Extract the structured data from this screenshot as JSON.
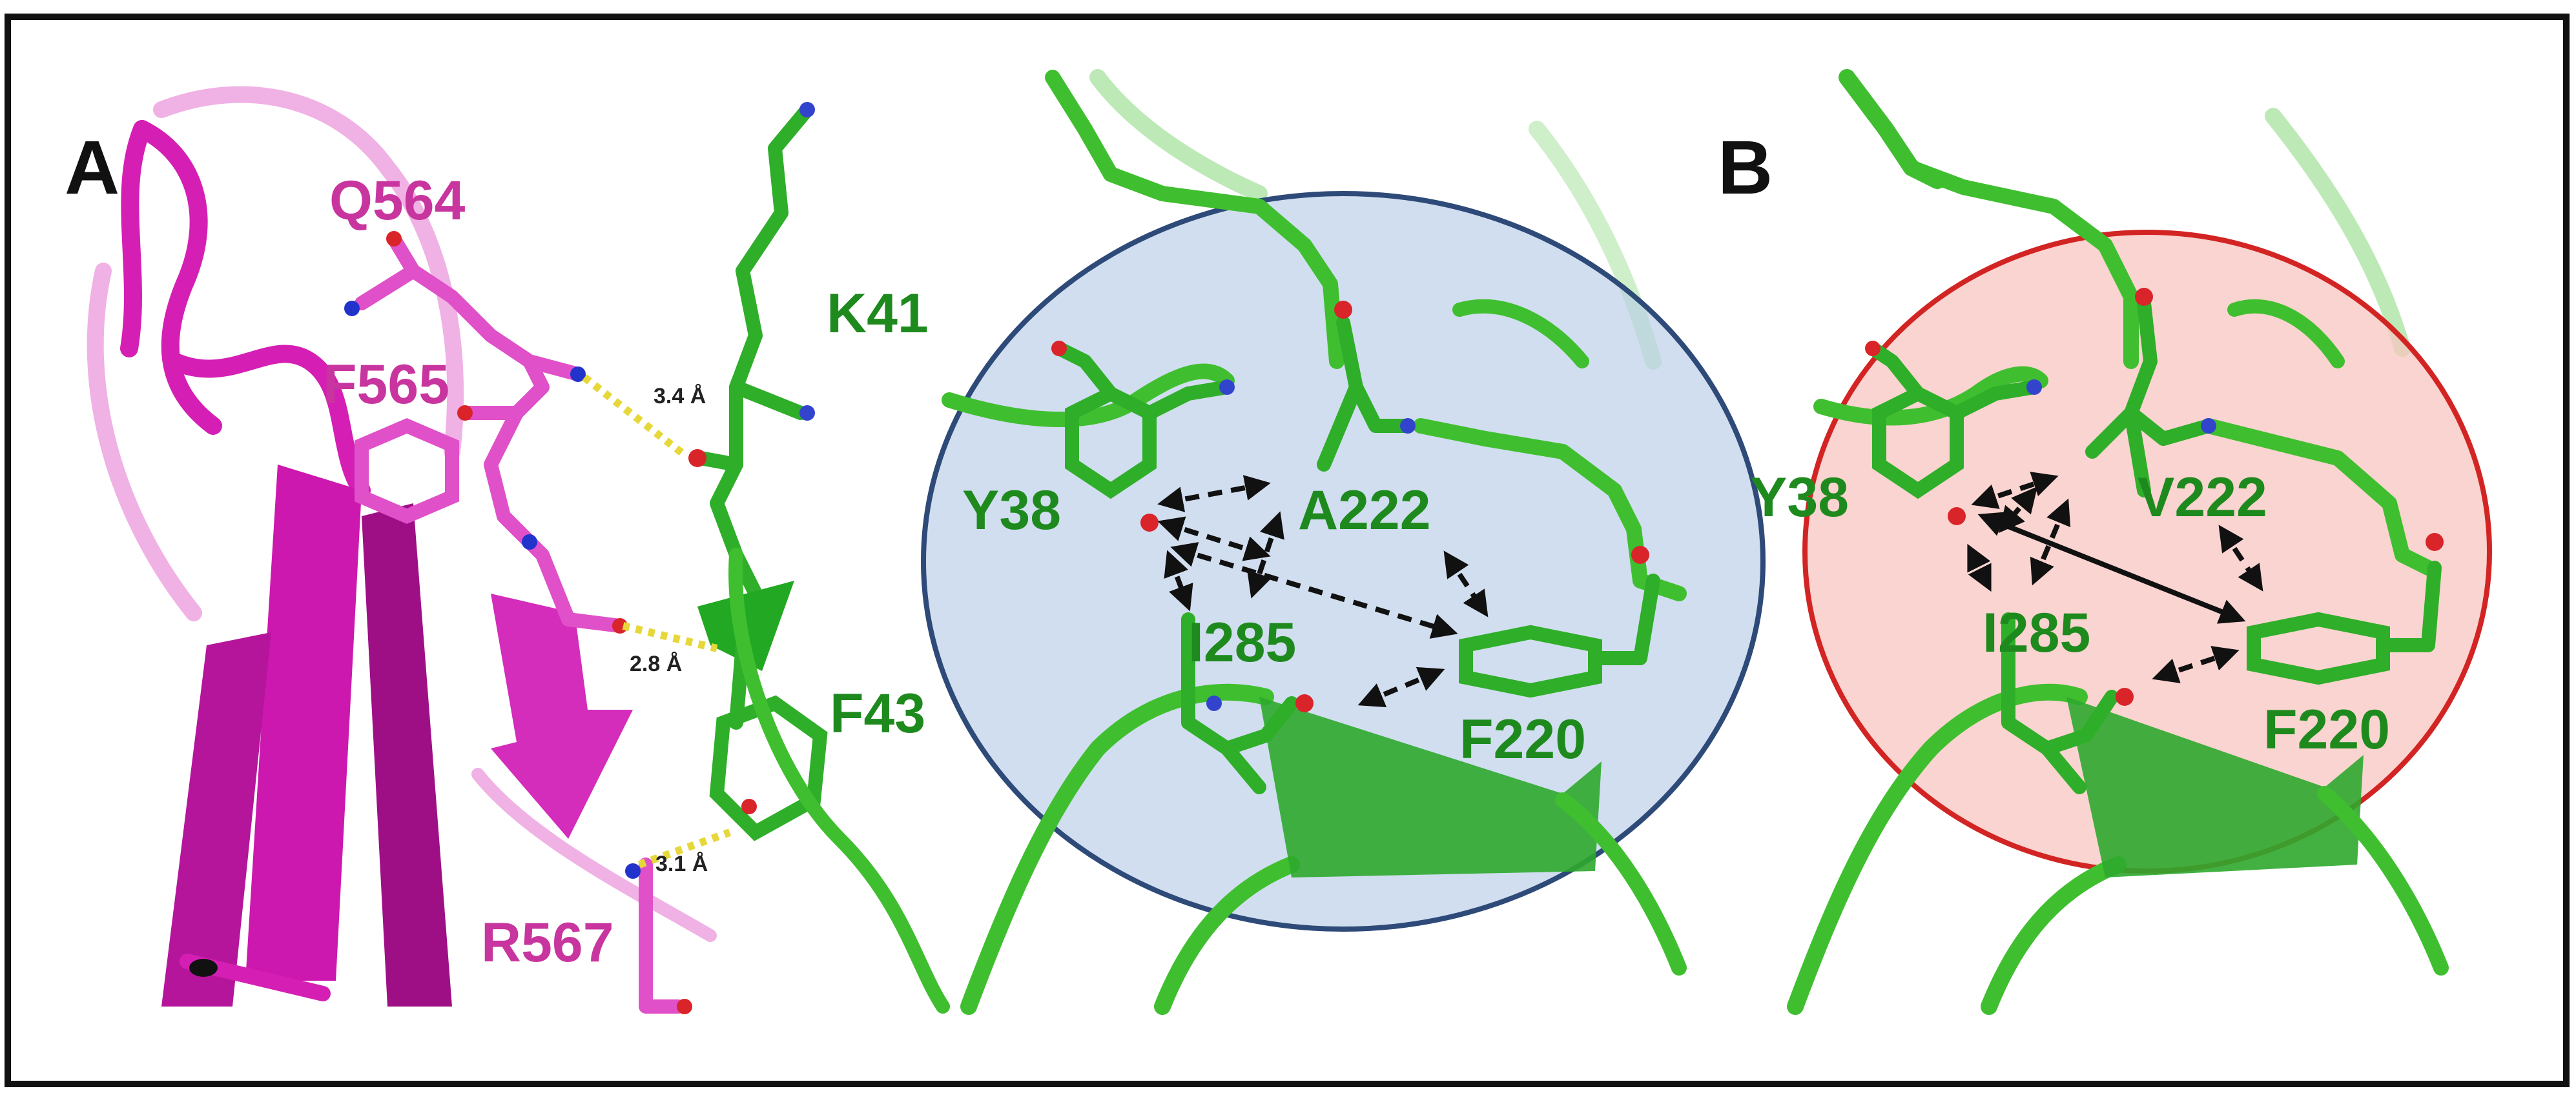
{
  "panels": {
    "a": {
      "letter": "A",
      "residues": {
        "q564": "Q564",
        "f565": "F565",
        "r567": "R567",
        "k41": "K41",
        "f43": "F43",
        "y38": "Y38",
        "a222": "A222",
        "i285": "I285",
        "f220": "F220"
      },
      "distances": {
        "d1": "3.4 Å",
        "d2": "2.8 Å",
        "d3": "3.1 Å"
      },
      "circle_color": "#b8cde6"
    },
    "b": {
      "letter": "B",
      "residues": {
        "y38": "Y38",
        "v222": "V222",
        "i285": "I285",
        "f220": "F220"
      },
      "circle_color": "#f8c6c0"
    }
  },
  "colors": {
    "protein_green": "#3fbf2f",
    "protein_magenta": "#d51fb4",
    "circle_a_stroke": "#2e4a78",
    "circle_b_stroke": "#d32424"
  }
}
